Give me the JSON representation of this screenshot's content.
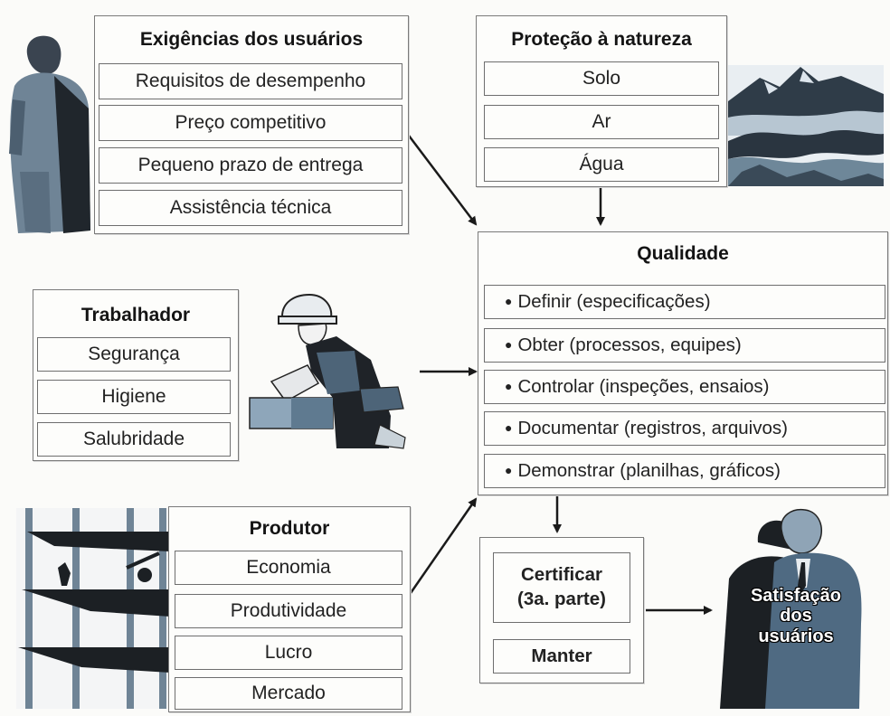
{
  "users_box": {
    "title": "Exigências dos usuários",
    "items": [
      "Requisitos de desempenho",
      "Preço competitivo",
      "Pequeno prazo de entrega",
      "Assistência técnica"
    ]
  },
  "nature_box": {
    "title": "Proteção à natureza",
    "items": [
      "Solo",
      "Ar",
      "Água"
    ]
  },
  "worker_box": {
    "title": "Trabalhador",
    "items": [
      "Segurança",
      "Higiene",
      "Salubridade"
    ]
  },
  "quality_box": {
    "title": "Qualidade",
    "items": [
      "Definir (especificações)",
      "Obter (processos, equipes)",
      "Controlar (inspeções, ensaios)",
      "Documentar (registros, arquivos)",
      "Demonstrar (planilhas, gráficos)"
    ]
  },
  "producer_box": {
    "title": "Produtor",
    "items": [
      "Economia",
      "Produtividade",
      "Lucro",
      "Mercado"
    ]
  },
  "certify_box": {
    "certify_label_line1": "Certificar",
    "certify_label_line2": "(3a. parte)",
    "maintain_label": "Manter"
  },
  "satisfaction": {
    "line1": "Satisfação",
    "line2": "dos",
    "line3": "usuários"
  },
  "illustrations": [
    "standing-man-icon",
    "mountain-landscape-icon",
    "construction-worker-icon",
    "building-scaffold-icon",
    "satisfied-users-icon"
  ]
}
